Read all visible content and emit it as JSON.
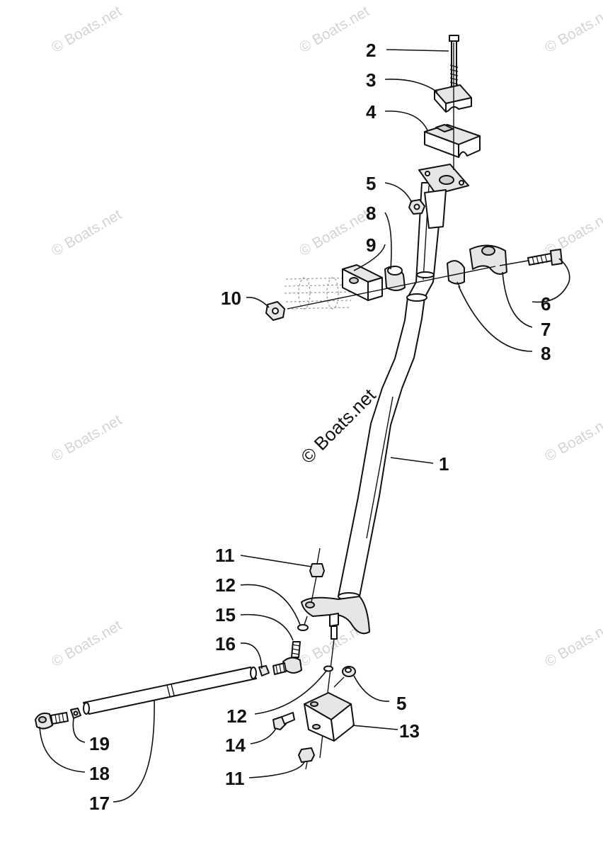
{
  "watermark": {
    "small_text": "© Boats.net",
    "main_text": "© Boats.net"
  },
  "callouts": [
    {
      "id": "c2",
      "label": "2"
    },
    {
      "id": "c3",
      "label": "3"
    },
    {
      "id": "c4",
      "label": "4"
    },
    {
      "id": "c5a",
      "label": "5"
    },
    {
      "id": "c8a",
      "label": "8"
    },
    {
      "id": "c9",
      "label": "9"
    },
    {
      "id": "c10",
      "label": "10"
    },
    {
      "id": "c6",
      "label": "6"
    },
    {
      "id": "c7",
      "label": "7"
    },
    {
      "id": "c8b",
      "label": "8"
    },
    {
      "id": "c1",
      "label": "1"
    },
    {
      "id": "c11a",
      "label": "11"
    },
    {
      "id": "c12a",
      "label": "12"
    },
    {
      "id": "c15",
      "label": "15"
    },
    {
      "id": "c16",
      "label": "16"
    },
    {
      "id": "c5b",
      "label": "5"
    },
    {
      "id": "c12b",
      "label": "12"
    },
    {
      "id": "c13",
      "label": "13"
    },
    {
      "id": "c14",
      "label": "14"
    },
    {
      "id": "c19",
      "label": "19"
    },
    {
      "id": "c18",
      "label": "18"
    },
    {
      "id": "c11b",
      "label": "11"
    },
    {
      "id": "c17",
      "label": "17"
    }
  ]
}
